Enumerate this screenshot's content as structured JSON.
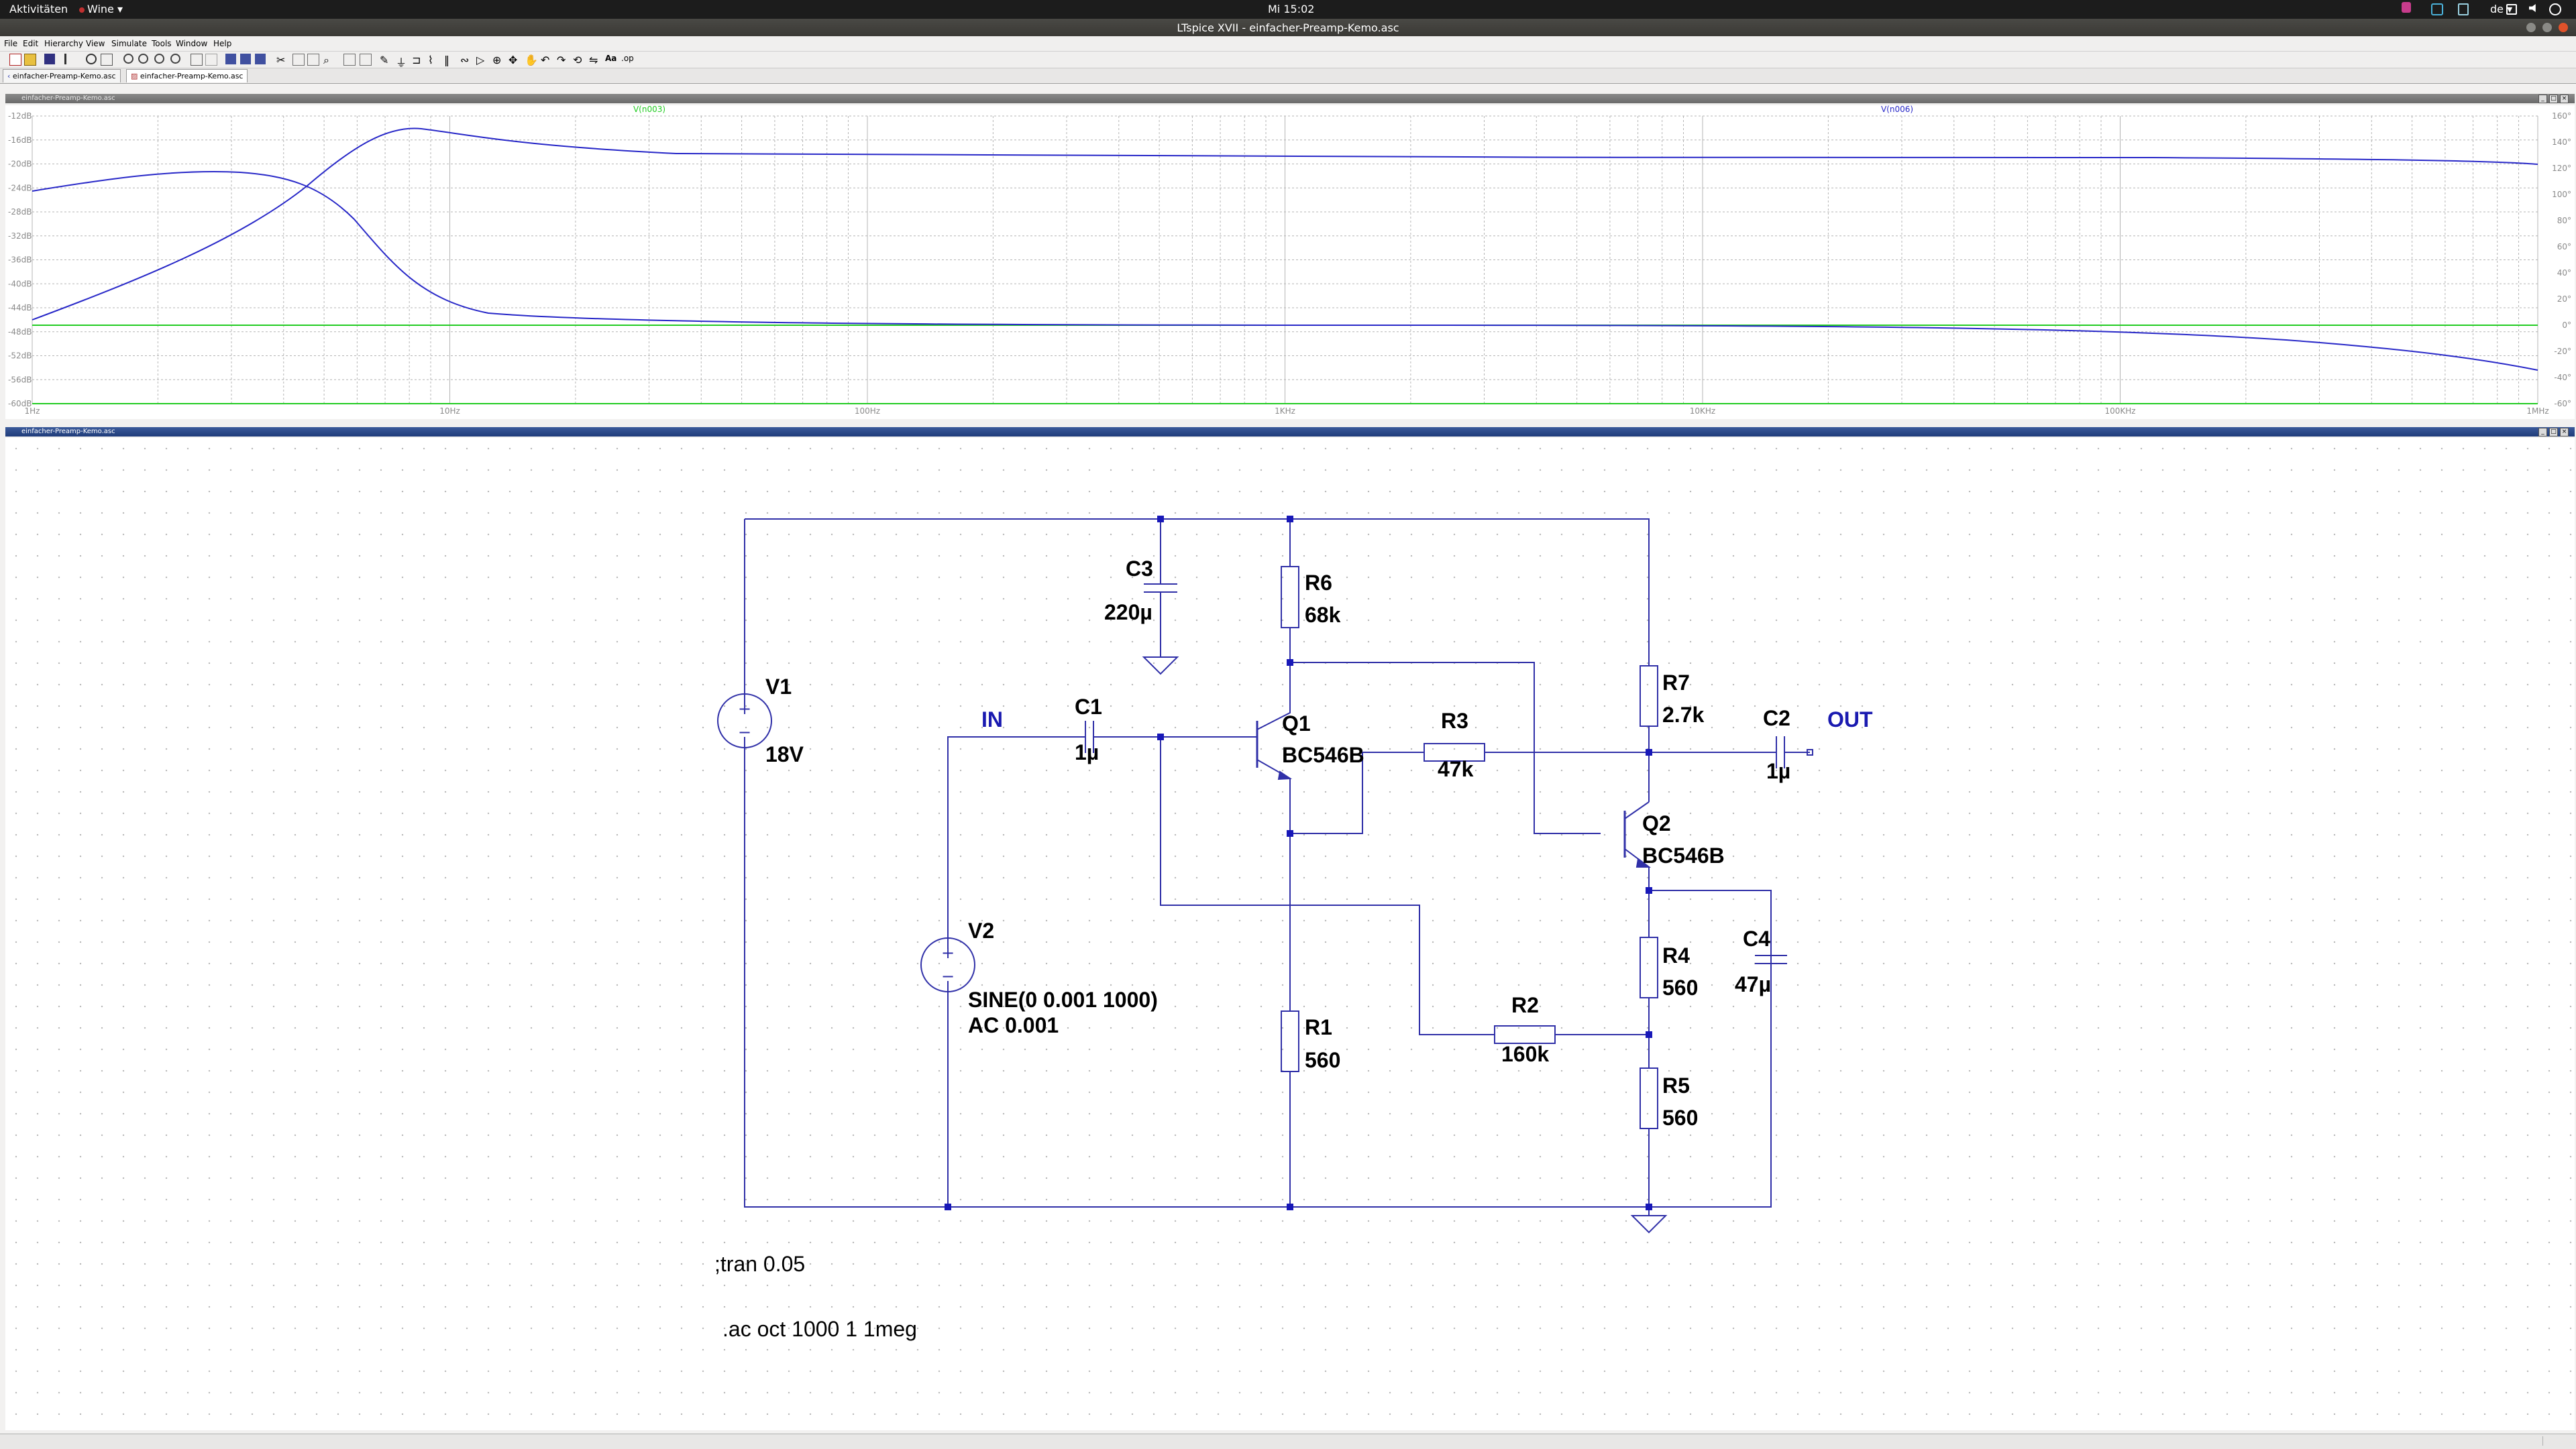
{
  "topbar": {
    "activities": "Aktivitäten",
    "app_menu": "Wine ▾",
    "clock": "Mi 15:02",
    "lang": "de ▾"
  },
  "window": {
    "title": "LTspice XVII - einfacher-Preamp-Kemo.asc"
  },
  "menu": {
    "items": [
      "File",
      "Edit",
      "Hierarchy",
      "View",
      "Simulate",
      "Tools",
      "Window",
      "Help"
    ]
  },
  "tabs": [
    {
      "label": "einfacher-Preamp-Kemo.asc"
    },
    {
      "label": "einfacher-Preamp-Kemo.asc"
    }
  ],
  "waveform": {
    "window_title": "einfacher-Preamp-Kemo.asc",
    "trace1": "V(n003)",
    "trace2": "V(n006)",
    "left_axis": [
      "-12dB",
      "-16dB",
      "-20dB",
      "-24dB",
      "-28dB",
      "-32dB",
      "-36dB",
      "-40dB",
      "-44dB",
      "-48dB",
      "-52dB",
      "-56dB",
      "-60dB"
    ],
    "right_axis": [
      "160°",
      "140°",
      "120°",
      "100°",
      "80°",
      "60°",
      "40°",
      "20°",
      "0°",
      "-20°",
      "-40°",
      "-60°"
    ],
    "x_axis": [
      "1Hz",
      "10Hz",
      "100Hz",
      "1KHz",
      "10KHz",
      "100KHz",
      "1MHz"
    ],
    "colors": {
      "trace": "#2828c8",
      "ref": "#22cc22",
      "grid": "#b4b4b4"
    }
  },
  "schematic": {
    "window_title": "einfacher-Preamp-Kemo.asc",
    "components": {
      "V1": {
        "name": "V1",
        "value": "18V"
      },
      "V2": {
        "name": "V2",
        "value": "SINE(0 0.001 1000)",
        "value2": "AC 0.001"
      },
      "C1": {
        "name": "C1",
        "value": "1µ"
      },
      "C2": {
        "name": "C2",
        "value": "1µ"
      },
      "C3": {
        "name": "C3",
        "value": "220µ"
      },
      "C4": {
        "name": "C4",
        "value": "47µ"
      },
      "R1": {
        "name": "R1",
        "value": "560"
      },
      "R2": {
        "name": "R2",
        "value": "160k"
      },
      "R3": {
        "name": "R3",
        "value": "47k"
      },
      "R4": {
        "name": "R4",
        "value": "560"
      },
      "R5": {
        "name": "R5",
        "value": "560"
      },
      "R6": {
        "name": "R6",
        "value": "68k"
      },
      "R7": {
        "name": "R7",
        "value": "2.7k"
      },
      "Q1": {
        "name": "Q1",
        "value": "BC546B"
      },
      "Q2": {
        "name": "Q2",
        "value": "BC546B"
      }
    },
    "net_labels": {
      "in": "IN",
      "out": "OUT"
    },
    "directives": {
      "tran": ";tran 0.05",
      "ac": ".ac oct 1000 1 1meg"
    },
    "colors": {
      "wire": "#3030a8",
      "junction": "#1818b8",
      "net_label": "#1a1ab0"
    }
  }
}
